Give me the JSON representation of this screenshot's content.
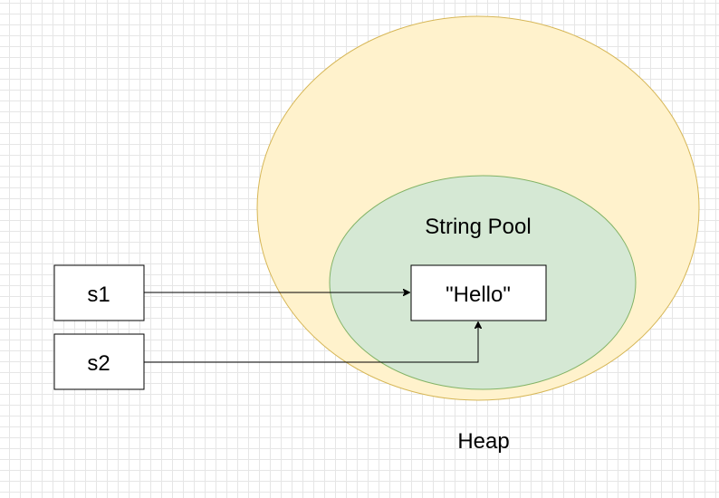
{
  "diagram": {
    "heap": {
      "label": "Heap",
      "fill": "#fff2cc",
      "stroke": "#d6b656"
    },
    "string_pool": {
      "label": "String Pool",
      "fill": "#d5e8d4",
      "stroke": "#82b366"
    },
    "literal": {
      "text": "\"Hello\""
    },
    "variables": [
      {
        "name": "s1"
      },
      {
        "name": "s2"
      }
    ],
    "references": [
      {
        "from": "s1",
        "to": "\"Hello\""
      },
      {
        "from": "s2",
        "to": "\"Hello\""
      }
    ]
  }
}
